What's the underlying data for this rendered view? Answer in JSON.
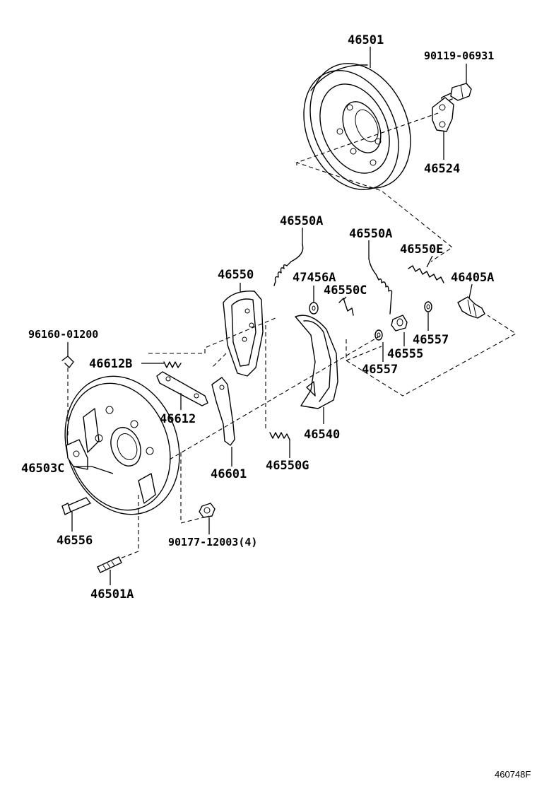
{
  "diagram_code": "460748F",
  "labels": {
    "drum": "46501",
    "bolt_top": "90119-06931",
    "bracket": "46524",
    "spring_a1": "46550A",
    "spring_a2": "46550A",
    "spring_e": "46550E",
    "shoe_front": "46550",
    "washer_a": "47456A",
    "clip_c": "46550C",
    "adjuster_bolt": "46405A",
    "clip_small": "96160-01200",
    "spring_b": "46612B",
    "washer_57a": "46557",
    "adjuster_nut": "46555",
    "washer_57b": "46557",
    "lever_bar": "46612",
    "shoe_rear": "46540",
    "backing_bracket": "46503C",
    "lever": "46601",
    "spring_g": "46550G",
    "bolt_bottom": "46556",
    "nut_bottom": "90177-12003(4)",
    "stud": "46501A"
  }
}
